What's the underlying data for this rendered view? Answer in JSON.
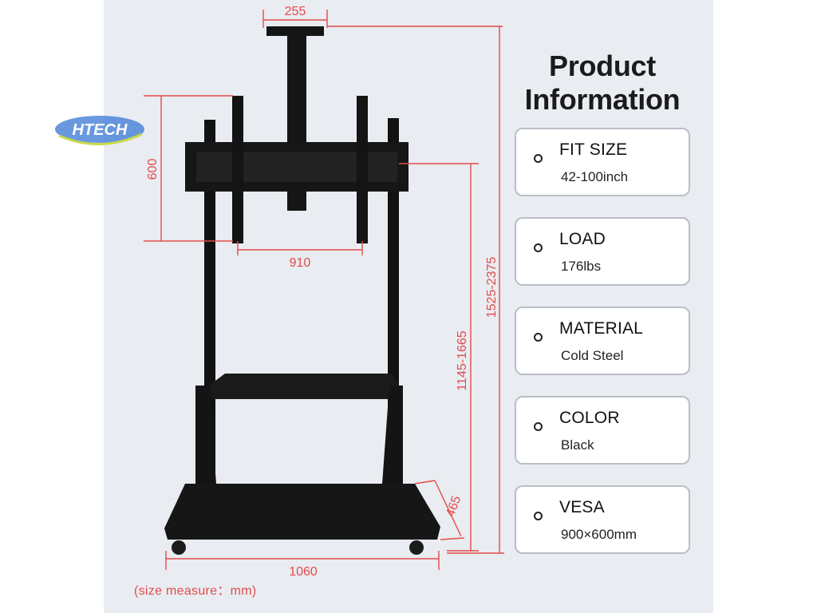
{
  "logo": {
    "text": "HTECH"
  },
  "heading": {
    "line1": "Product",
    "line2": "Information"
  },
  "specs": [
    {
      "label": "FIT SIZE",
      "value": "42-100inch"
    },
    {
      "label": "LOAD",
      "value": "176lbs"
    },
    {
      "label": "MATERIAL",
      "value": "Cold Steel"
    },
    {
      "label": "COLOR",
      "value": "Black"
    },
    {
      "label": "VESA",
      "value": "900×600mm"
    }
  ],
  "dimensions": {
    "top_bracket": "255",
    "vesa_height": "600",
    "vesa_width": "910",
    "shelf_height": "1145-1665",
    "total_height": "1525-2375",
    "base_depth": "465",
    "base_width": "1060"
  },
  "note": "(size measure：mm)",
  "colors": {
    "dimension": "#e34b4b",
    "stand": "#121212",
    "panel": "#e9ecf1",
    "card_border": "#b9bec6"
  },
  "icons": [
    "bullet-circle-icon"
  ]
}
